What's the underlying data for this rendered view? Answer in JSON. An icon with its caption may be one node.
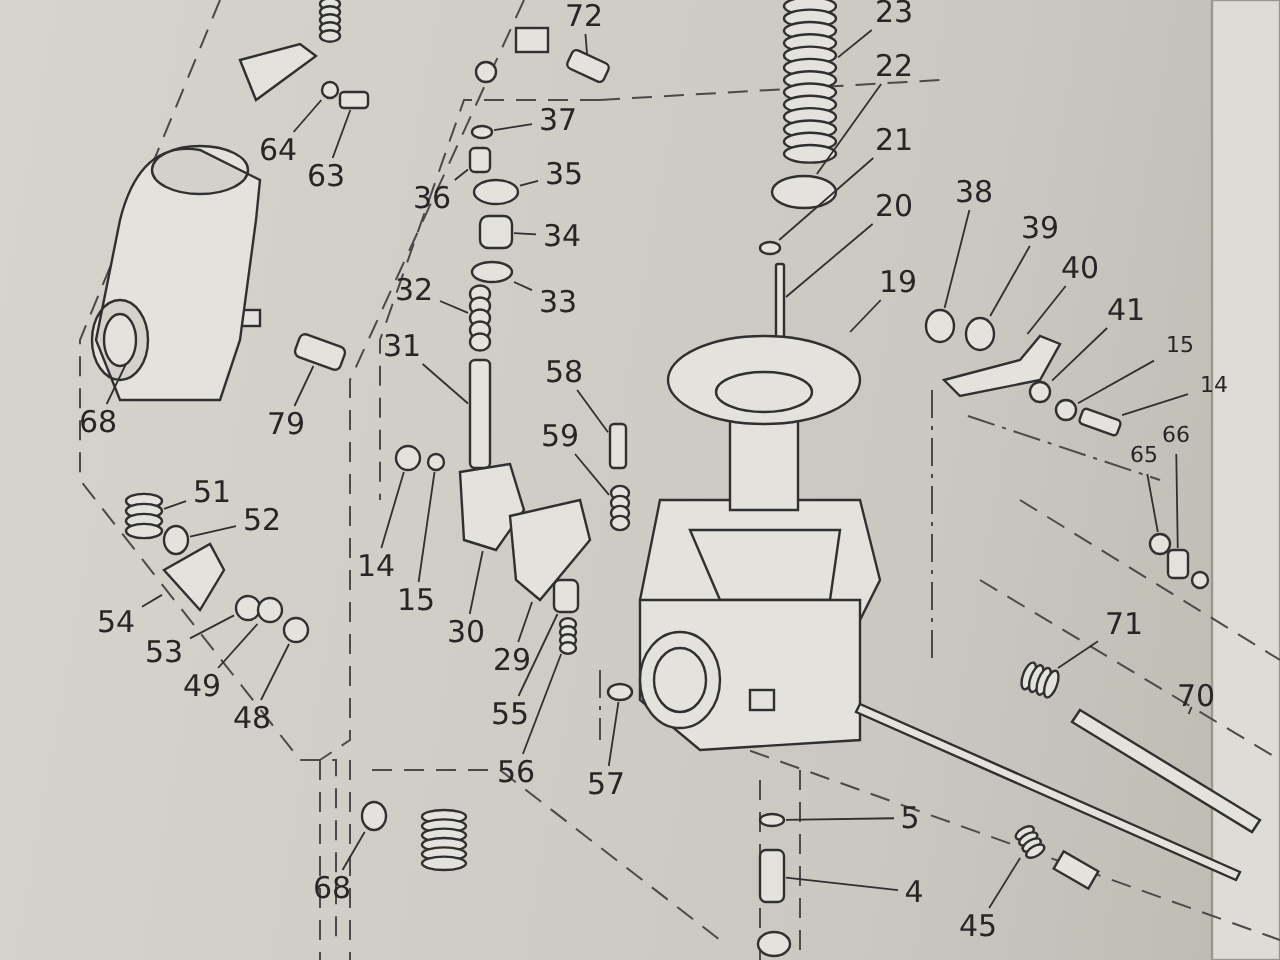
{
  "diagram": {
    "nodes": [
      {
        "text": [
          "72"
        ]
      },
      {
        "text": [
          "23"
        ]
      },
      {
        "text": [
          "22"
        ]
      },
      {
        "text": [
          "64"
        ]
      },
      {
        "text": [
          "63"
        ]
      },
      {
        "text": [
          "37"
        ]
      },
      {
        "text": [
          "21"
        ]
      },
      {
        "text": [
          "36"
        ]
      },
      {
        "text": [
          "35"
        ]
      },
      {
        "text": [
          "38"
        ]
      },
      {
        "text": [
          "20"
        ]
      },
      {
        "text": [
          "39"
        ]
      },
      {
        "text": [
          "34"
        ]
      },
      {
        "text": [
          "40"
        ]
      },
      {
        "text": [
          "19"
        ]
      },
      {
        "text": [
          "32"
        ]
      },
      {
        "text": [
          "33"
        ]
      },
      {
        "text": [
          "41"
        ]
      },
      {
        "text": [
          "31"
        ]
      },
      {
        "text": [
          "15"
        ]
      },
      {
        "text": [
          "58"
        ]
      },
      {
        "text": [
          "14"
        ]
      },
      {
        "text": [
          "68"
        ]
      },
      {
        "text": [
          "79"
        ]
      },
      {
        "text": [
          "59"
        ]
      },
      {
        "text": [
          "66"
        ]
      },
      {
        "text": [
          "65"
        ]
      },
      {
        "text": [
          "51"
        ]
      },
      {
        "text": [
          "52"
        ]
      },
      {
        "text": [
          "14"
        ]
      },
      {
        "text": [
          "15"
        ]
      },
      {
        "text": [
          "54"
        ]
      },
      {
        "text": [
          "30"
        ]
      },
      {
        "text": [
          "53"
        ]
      },
      {
        "text": [
          "29"
        ]
      },
      {
        "text": [
          "71"
        ]
      },
      {
        "text": [
          "49"
        ]
      },
      {
        "text": [
          "70"
        ]
      },
      {
        "text": [
          "55"
        ]
      },
      {
        "text": [
          "48"
        ]
      },
      {
        "text": [
          "56"
        ]
      },
      {
        "text": [
          "57"
        ]
      },
      {
        "text": [
          "5"
        ]
      },
      {
        "text": [
          "68"
        ]
      },
      {
        "text": [
          "4"
        ]
      },
      {
        "text": [
          "45"
        ]
      },
      {
        "text": [],
        "shape": "box"
      },
      {
        "text": [],
        "shape": "picture"
      },
      {
        "text": [],
        "shape": "circle"
      },
      {
        "text": [],
        "shape": "circle"
      },
      {
        "text": [],
        "shape": "box"
      },
      {
        "text": [],
        "shape": "circle"
      },
      {
        "text": [],
        "shape": "circle"
      },
      {
        "text": [],
        "shape": "box"
      },
      {
        "text": [],
        "shape": "circle"
      },
      {
        "text": [],
        "shape": "circle"
      },
      {
        "text": [],
        "shape": "box"
      },
      {
        "text": [],
        "shape": "circle"
      },
      {
        "text": [],
        "shape": "box"
      },
      {
        "text": [],
        "shape": "picture"
      },
      {
        "text": [],
        "shape": "picture"
      },
      {
        "text": [],
        "shape": "picture"
      },
      {
        "text": [],
        "shape": "circle"
      },
      {
        "text": [],
        "shape": "circle"
      },
      {
        "text": [],
        "shape": "box"
      },
      {
        "text": [],
        "shape": "circle"
      },
      {
        "text": [],
        "shape": "box"
      },
      {
        "text": [],
        "shape": "box"
      },
      {
        "text": [],
        "shape": "picture"
      },
      {
        "text": [],
        "shape": "box"
      },
      {
        "text": [],
        "shape": "picture"
      },
      {
        "text": [],
        "shape": "box"
      },
      {
        "text": [],
        "shape": "circle"
      },
      {
        "text": [],
        "shape": "picture"
      },
      {
        "text": [],
        "shape": "circle"
      },
      {
        "text": [],
        "shape": "circle"
      },
      {
        "text": [],
        "shape": "circle"
      },
      {
        "text": [],
        "shape": "picture"
      },
      {
        "text": [],
        "shape": "picture"
      },
      {
        "text": [],
        "shape": "circle"
      },
      {
        "text": [],
        "shape": "picture"
      },
      {
        "text": [],
        "shape": "picture"
      },
      {
        "text": [],
        "shape": "circle"
      },
      {
        "text": [],
        "shape": "bar"
      },
      {
        "text": [],
        "shape": "box"
      },
      {
        "text": [],
        "shape": "circle"
      },
      {
        "text": [],
        "shape": "picture"
      },
      {
        "text": [],
        "shape": "circle"
      },
      {
        "text": [],
        "shape": "circle"
      },
      {
        "text": [],
        "shape": "circle"
      },
      {
        "text": [],
        "shape": "box"
      },
      {
        "text": [],
        "shape": "picture"
      }
    ],
    "edges": [
      {
        "from": 0,
        "to": 46,
        "arrow": "none"
      },
      {
        "from": 1,
        "to": 47,
        "arrow": "none"
      },
      {
        "from": 2,
        "to": 48,
        "arrow": "none"
      },
      {
        "from": 3,
        "to": 49,
        "arrow": "none"
      },
      {
        "from": 4,
        "to": 50,
        "arrow": "none"
      },
      {
        "from": 5,
        "to": 51,
        "arrow": "none"
      },
      {
        "from": 6,
        "to": 52,
        "arrow": "none"
      },
      {
        "from": 7,
        "to": 53,
        "arrow": "none"
      },
      {
        "from": 8,
        "to": 54,
        "arrow": "none"
      },
      {
        "from": 9,
        "to": 55,
        "arrow": "none"
      },
      {
        "from": 10,
        "to": 56,
        "arrow": "none"
      },
      {
        "from": 11,
        "to": 57,
        "arrow": "none"
      },
      {
        "from": 12,
        "to": 58,
        "arrow": "none"
      },
      {
        "from": 13,
        "to": 59,
        "arrow": "none"
      },
      {
        "from": 14,
        "to": 60,
        "arrow": "none"
      },
      {
        "from": 15,
        "to": 61,
        "arrow": "none"
      },
      {
        "from": 16,
        "to": 62,
        "arrow": "none"
      },
      {
        "from": 17,
        "to": 63,
        "arrow": "none"
      },
      {
        "from": 18,
        "to": 64,
        "arrow": "none"
      },
      {
        "from": 19,
        "to": 65,
        "arrow": "none"
      },
      {
        "from": 20,
        "to": 66,
        "arrow": "none"
      },
      {
        "from": 21,
        "to": 67,
        "arrow": "none"
      },
      {
        "from": 22,
        "to": 68,
        "arrow": "none"
      },
      {
        "from": 23,
        "to": 69,
        "arrow": "none"
      },
      {
        "from": 24,
        "to": 70,
        "arrow": "none"
      },
      {
        "from": 25,
        "to": 71,
        "arrow": "none"
      },
      {
        "from": 26,
        "to": 72,
        "arrow": "none"
      },
      {
        "from": 27,
        "to": 73,
        "arrow": "none"
      },
      {
        "from": 28,
        "to": 74,
        "arrow": "none"
      },
      {
        "from": 29,
        "to": 75,
        "arrow": "none"
      },
      {
        "from": 30,
        "to": 76,
        "arrow": "none"
      },
      {
        "from": 31,
        "to": 77,
        "arrow": "none"
      },
      {
        "from": 32,
        "to": 78,
        "arrow": "none"
      },
      {
        "from": 33,
        "to": 79,
        "arrow": "none"
      },
      {
        "from": 34,
        "to": 80,
        "arrow": "none"
      },
      {
        "from": 35,
        "to": 81,
        "arrow": "none"
      },
      {
        "from": 36,
        "to": 82,
        "arrow": "none"
      },
      {
        "from": 37,
        "to": 83,
        "arrow": "none"
      },
      {
        "from": 38,
        "to": 84,
        "arrow": "none"
      },
      {
        "from": 39,
        "to": 85,
        "arrow": "none"
      },
      {
        "from": 40,
        "to": 86,
        "arrow": "none"
      },
      {
        "from": 41,
        "to": 87,
        "arrow": "none"
      },
      {
        "from": 42,
        "to": 88,
        "arrow": "none"
      },
      {
        "from": 43,
        "to": 89,
        "arrow": "none"
      },
      {
        "from": 44,
        "to": 90,
        "arrow": "none"
      },
      {
        "from": 45,
        "to": 91,
        "arrow": "none"
      }
    ]
  }
}
